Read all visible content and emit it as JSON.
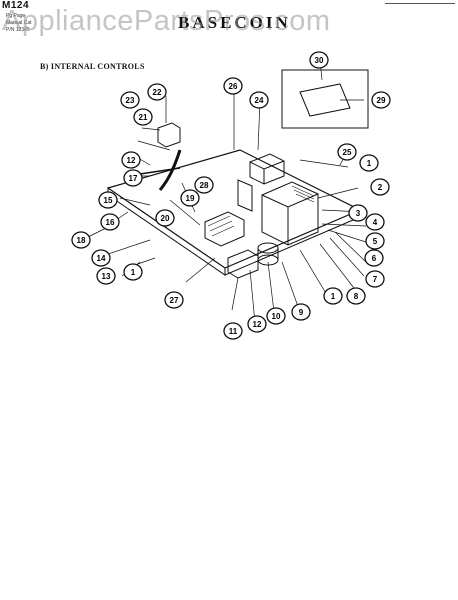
{
  "header": {
    "model": "M124",
    "lines": [
      "Pg Page",
      "Manual Cat",
      "P/N 12345"
    ],
    "title": "BASECOIN",
    "section": "B) INTERNAL CONTROLS"
  },
  "watermark": "AppliancePartsPros.com",
  "callouts": [
    "1",
    "2",
    "3",
    "4",
    "5",
    "6",
    "7",
    "8",
    "9",
    "10",
    "11",
    "12",
    "13",
    "14",
    "15",
    "16",
    "17",
    "18",
    "19",
    "20",
    "21",
    "22",
    "23",
    "24",
    "25",
    "26",
    "27",
    "28",
    "29",
    "30"
  ],
  "colors": {
    "ink": "#111111",
    "watermark": "#969696"
  }
}
